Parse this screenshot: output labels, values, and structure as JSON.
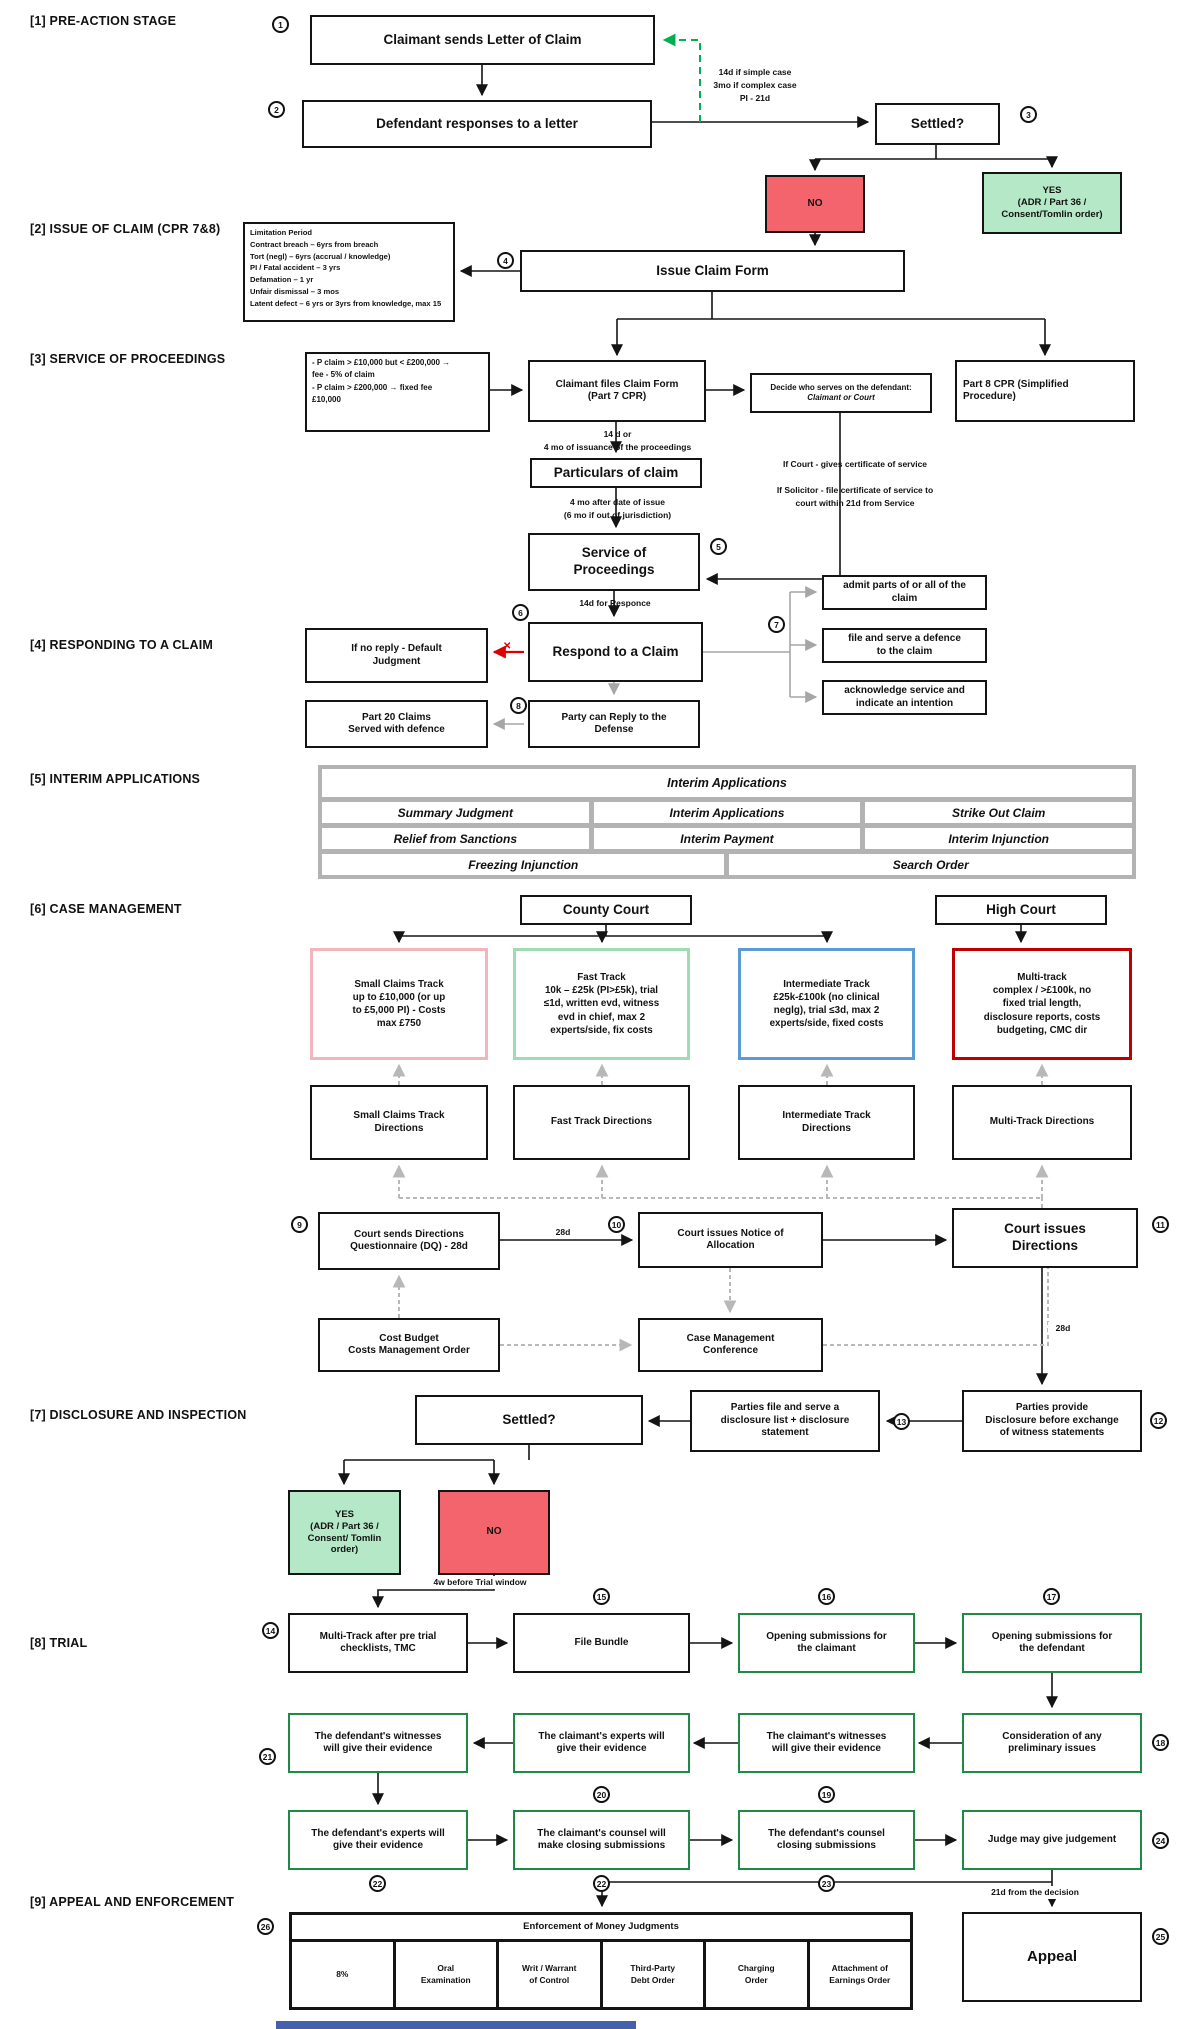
{
  "sections": {
    "s1": "[1] PRE-ACTION STAGE",
    "s2": "[2] ISSUE OF CLAIM (CPR 7&8)",
    "s3": "[3] SERVICE OF PROCEEDINGS",
    "s4": "[4] RESPONDING TO A CLAIM",
    "s5": "[5] INTERIM APPLICATIONS",
    "s6": "[6] CASE MANAGEMENT",
    "s7": "[7] DISCLOSURE AND INSPECTION",
    "s8": "[8] TRIAL",
    "s9": "[9] APPEAL AND ENFORCEMENT"
  },
  "nodes": {
    "claim_letter": "Claimant sends Letter of Claim",
    "defendant_responses": "Defendant responses to a letter",
    "settled1": "Settled?",
    "no1": "NO",
    "yes1": "YES\n(ADR / Part 36 /\nConsent/Tomlin order)",
    "limitation": "Limitation Period\nContract breach – 6yrs from breach\nTort (negl) – 6yrs (accrual / knowledge)\nPI / Fatal accident – 3 yrs\nDefamation – 1 yr\nUnfair dismissal – 3 mos\nLatent defect – 6 yrs or 3yrs from knowledge, max 15",
    "issue_claim": "Issue Claim Form",
    "fees": "- P claim > £10,000 but < £200,000 →\nfee - 5% of claim\n- P claim > £200,000 → fixed fee\n£10,000",
    "files_claim_form": "Claimant files Claim Form\n(Part 7 CPR)",
    "decide_l1": "Decide who serves on the defendant:",
    "decide_l2": "Claimant or Court",
    "part8": "Part 8 CPR (Simplified\nProcedure)",
    "particulars": "Particulars of claim",
    "service": "Service of\nProceedings",
    "respond": "Respond to a Claim",
    "default_judgment": "If no reply - Default\nJudgment",
    "admit": "admit parts of or all of the\nclaim",
    "defence": "file and serve a defence\nto the claim",
    "acknowledge": "acknowledge service and\nindicate an intention",
    "reply_defense": "Party can Reply to the\nDefense",
    "part20": "Part 20 Claims\nServed with defence",
    "county_court": "County Court",
    "high_court": "High Court",
    "small_claims": "Small Claims Track\nup to £10,000 (or up\nto £5,000 PI) - Costs\nmax £750",
    "fast_track": "Fast Track\n10k – £25k (PI>£5k), trial\n≤1d, written evd, witness\nevd in chief, max 2\nexperts/side, fix costs",
    "intermediate_track": "Intermediate Track\n£25k-£100k (no clinical\nneglg), trial ≤3d, max 2\nexperts/side, fixed costs",
    "multi_track": "Multi-track\ncomplex / >£100k, no\nfixed trial length,\ndisclosure reports, costs\nbudgeting, CMC dir",
    "sc_directions": "Small Claims Track\nDirections",
    "ft_directions": "Fast Track Directions",
    "it_directions": "Intermediate Track\nDirections",
    "mt_directions": "Multi-Track Directions",
    "dq": "Court sends Directions\nQuestionnaire (DQ) - 28d",
    "noa": "Court issues Notice of\nAllocation",
    "court_directions": "Court issues\nDirections",
    "cost_budget": "Cost Budget\nCosts Management Order",
    "cmc": "Case Management\nConference",
    "settled2": "Settled?",
    "disclosure_list": "Parties file and serve a\ndisclosure list + disclosure\nstatement",
    "parties_provide": "Parties provide\nDisclosure before exchange\nof witness statements",
    "yes2": "YES\n(ADR / Part 36 /\nConsent/ Tomlin\norder)",
    "no2": "NO",
    "mt_pretrial": "Multi-Track after pre trial\nchecklists, TMC",
    "file_bundle": "File Bundle",
    "open_claimant": "Opening submissions for\nthe claimant",
    "open_defendant": "Opening submissions for\nthe defendant",
    "def_witnesses": "The defendant's witnesses\nwill give their evidence",
    "cl_experts": "The claimant's experts will\ngive their evidence",
    "cl_witnesses": "The claimant's witnesses\nwill give their evidence",
    "prelim_issues": "Consideration of any\npreliminary issues",
    "def_experts": "The defendant's experts will\ngive their evidence",
    "cl_closing": "The claimant's counsel will\nmake closing submissions",
    "def_closing": "The defendant's counsel\nclosing submissions",
    "judge": "Judge may give judgement",
    "appeal": "Appeal"
  },
  "interim": {
    "header": "Interim Applications",
    "cells": [
      "Summary Judgment",
      "Interim Applications",
      "Strike Out Claim",
      "Relief from Sanctions",
      "Interim Payment",
      "Interim Injunction",
      "Freezing Injunction",
      "Search Order"
    ]
  },
  "enforcement": {
    "header": "Enforcement of Money Judgments",
    "cells": [
      "8%",
      "Oral\nExamination",
      "Writ / Warrant\nof Control",
      "Third-Party\nDebt Order",
      "Charging\nOrder",
      "Attachment of\nEarnings Order"
    ]
  },
  "annotations": {
    "loop_back": "14d if simple case\n3mo if complex case\nPI - 21d",
    "file_deadline": "14 d or\n4 mo of issuance of the proceedings",
    "if_court": "If Court - gives certificate of service",
    "if_solicitor": "If Solicitor - file certificate of service to\ncourt within 21d from Service",
    "serve_deadline": "4 mo after date of issue\n(6 mo if out of jurisdiction)",
    "response_deadline": "14d for Responce",
    "dq_28d": "28d",
    "directions_28d": "28d",
    "trial_window": "4w before Trial window",
    "appeal_deadline": "21d from the decision",
    "no_reply_x": "✕"
  },
  "badges": {
    "n1": "1",
    "n2": "2",
    "n3": "3",
    "n4": "4",
    "n5": "5",
    "n6": "6",
    "n7": "7",
    "n8": "8",
    "n9": "9",
    "n10": "10",
    "n11": "11",
    "n12": "12",
    "n13": "13",
    "n14": "14",
    "n15": "15",
    "n16": "16",
    "n17": "17",
    "n18": "18",
    "n19": "19",
    "n20": "20",
    "n21": "21",
    "n22a": "22",
    "n22b": "22",
    "n23": "23",
    "n24": "24",
    "n25": "25",
    "n26": "26"
  },
  "colors": {
    "yes_green": "#b5e8c7",
    "no_red": "#f4646c",
    "track_small_pink": "#f2b5ba",
    "track_fast_green": "#9fdcb4",
    "track_intermediate_blue": "#5b9bd5",
    "track_multi_red": "#c00000",
    "trial_border_green": "#1f8a44",
    "connector_green": "#00b050",
    "connector_gray": "#a6a6a6",
    "table_gray": "#b3b3b3",
    "bottom_bar_blue": "#4262ab"
  }
}
